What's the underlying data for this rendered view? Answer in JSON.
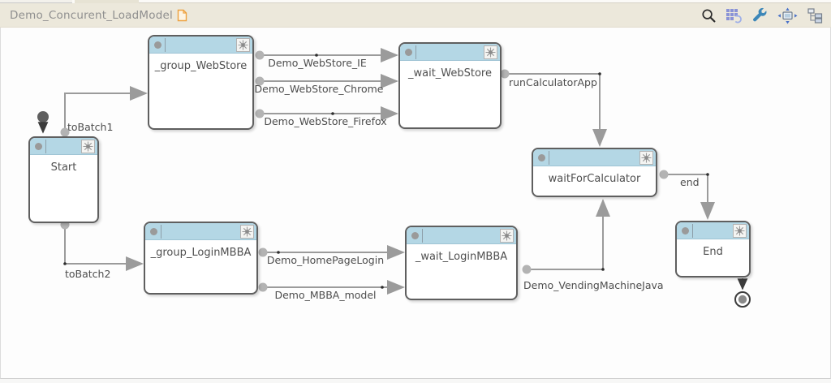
{
  "header": {
    "title": "Demo_Concurent_LoadModel",
    "doc_icon": "document-icon"
  },
  "toolbar": {
    "icons": [
      {
        "name": "search-icon"
      },
      {
        "name": "grid-refresh-icon"
      },
      {
        "name": "wrench-icon"
      },
      {
        "name": "fit-screen-icon"
      },
      {
        "name": "hierarchy-layout-icon"
      }
    ]
  },
  "colors": {
    "titlebar_bg": "#ece8db",
    "node_header_blue": "#b4d7e5",
    "node_border": "#5f5f5f",
    "edge_gray": "#9b9b9b",
    "doc_icon_orange": "#eda13f",
    "tool_icon_blue": "#3d87b8"
  },
  "diagram": {
    "nodes": [
      {
        "id": "start",
        "label": "Start"
      },
      {
        "id": "group_webstore",
        "label": "_group_WebStore"
      },
      {
        "id": "wait_webstore",
        "label": "_wait_WebStore"
      },
      {
        "id": "waitforcalculator",
        "label": "waitForCalculator"
      },
      {
        "id": "end",
        "label": "End"
      },
      {
        "id": "group_loginmbba",
        "label": "_group_LoginMBBA"
      },
      {
        "id": "wait_loginmbba",
        "label": "_wait_LoginMBBA"
      }
    ],
    "edges": [
      {
        "id": "toBatch1",
        "label": "toBatch1"
      },
      {
        "id": "webstore_ie",
        "label": "Demo_WebStore_IE"
      },
      {
        "id": "webstore_chrome",
        "label": "Demo_WebStore_Chrome"
      },
      {
        "id": "webstore_firefox",
        "label": "Demo_WebStore_Firefox"
      },
      {
        "id": "runCalculatorApp",
        "label": "runCalculatorApp"
      },
      {
        "id": "end_edge",
        "label": "end"
      },
      {
        "id": "toBatch2",
        "label": "toBatch2"
      },
      {
        "id": "homepagelogin",
        "label": "Demo_HomePageLogin"
      },
      {
        "id": "mbba_model",
        "label": "Demo_MBBA_model"
      },
      {
        "id": "vendingmachine",
        "label": "Demo_VendingMachineJava"
      }
    ],
    "markers": [
      {
        "name": "initial-state-icon"
      },
      {
        "name": "final-state-icon"
      }
    ]
  }
}
